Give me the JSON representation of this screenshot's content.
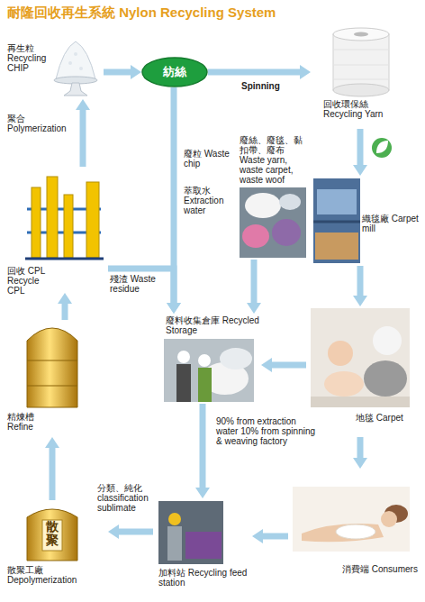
{
  "diagram": {
    "title": "耐隆回收再生系統 Nylon Recycling System",
    "nodes": [
      {
        "text": [
          "再生粒 Recycling CHIP"
        ]
      },
      {
        "text": [
          "紡絲"
        ]
      },
      {
        "text": [
          "回收環保絲 Recycling Yarn"
        ]
      },
      {
        "text": [
          "廢絲、廢毯、黏扣帶、廢布 Waste yarn, waste carpet, waste woof"
        ]
      },
      {
        "text": [
          "織毯廠 Carpet mill"
        ]
      },
      {
        "text": [
          "回收 CPL Recycle CPL"
        ]
      },
      {
        "text": [
          "廢料收集倉庫 Recycled Storage"
        ]
      },
      {
        "text": [
          "地毯 Carpet"
        ]
      },
      {
        "text": [
          "精煉槽 Refine"
        ]
      },
      {
        "text": [
          "加料站 Recycling feed station"
        ]
      },
      {
        "text": [
          "消費端 Consumers"
        ]
      },
      {
        "text": [
          "散聚",
          "散聚工廠 Depolymerization"
        ]
      }
    ],
    "edges": [
      {
        "from": 0,
        "to": 1,
        "arrow": "to"
      },
      {
        "from": 1,
        "to": 2,
        "label": "Spinning",
        "arrow": "to"
      },
      {
        "from": 2,
        "to": 4,
        "arrow": "to"
      },
      {
        "from": 1,
        "to": 6,
        "label": "廢粒 Waste chip",
        "arrow": "to"
      },
      {
        "from": 5,
        "to": 6,
        "label": "殘渣 Waste residue",
        "arrow": "to"
      },
      {
        "from": 3,
        "to": 6,
        "arrow": "to"
      },
      {
        "from": 4,
        "to": 7,
        "arrow": "to"
      },
      {
        "from": 7,
        "to": 6,
        "arrow": "to"
      },
      {
        "from": 7,
        "to": 10,
        "arrow": "to"
      },
      {
        "from": 6,
        "to": 9,
        "label": "90% from extraction water 10% from spinning & weaving factory",
        "arrow": "to"
      },
      {
        "from": 10,
        "to": 9,
        "arrow": "to"
      },
      {
        "from": 9,
        "to": 11,
        "label": "分類、純化 classification sublimate",
        "arrow": "to"
      },
      {
        "from": 11,
        "to": 8,
        "arrow": "to"
      },
      {
        "from": 8,
        "to": 5,
        "arrow": "to"
      },
      {
        "from": 5,
        "to": 0,
        "label": "聚合 Polymerization",
        "arrow": "to"
      }
    ],
    "labels": [
      "萃取水 Extraction water"
    ]
  }
}
